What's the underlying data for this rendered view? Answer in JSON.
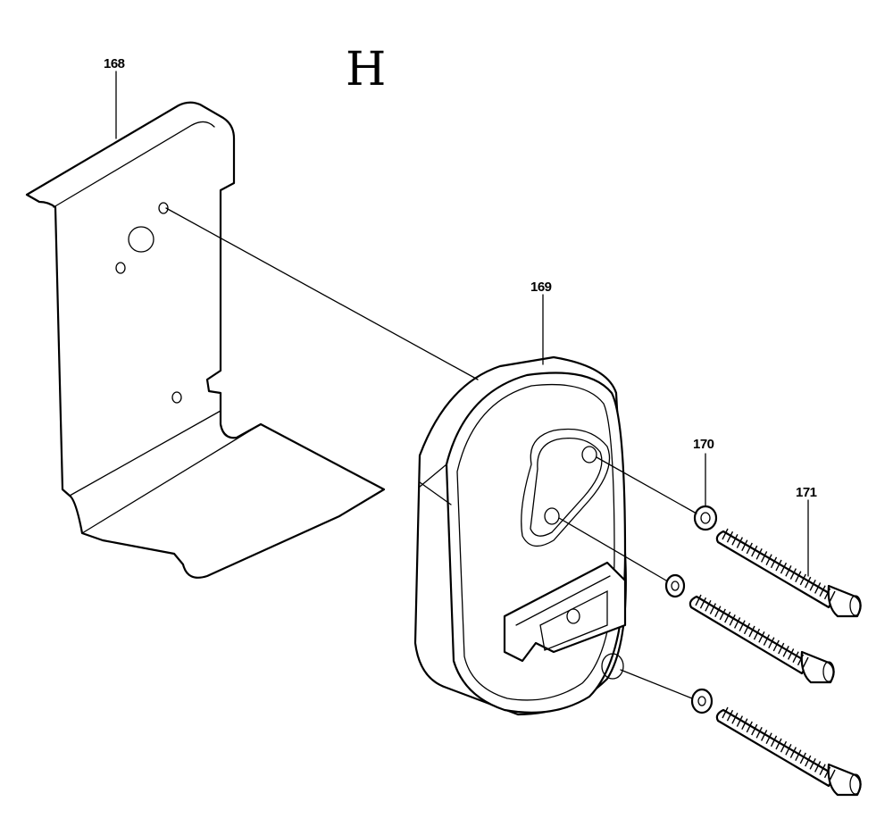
{
  "diagram": {
    "section_letter": "H",
    "parts": [
      {
        "number": "168",
        "icon": "bracket-plate"
      },
      {
        "number": "169",
        "icon": "muffler"
      },
      {
        "number": "170",
        "icon": "washer"
      },
      {
        "number": "171",
        "icon": "screw"
      }
    ]
  }
}
